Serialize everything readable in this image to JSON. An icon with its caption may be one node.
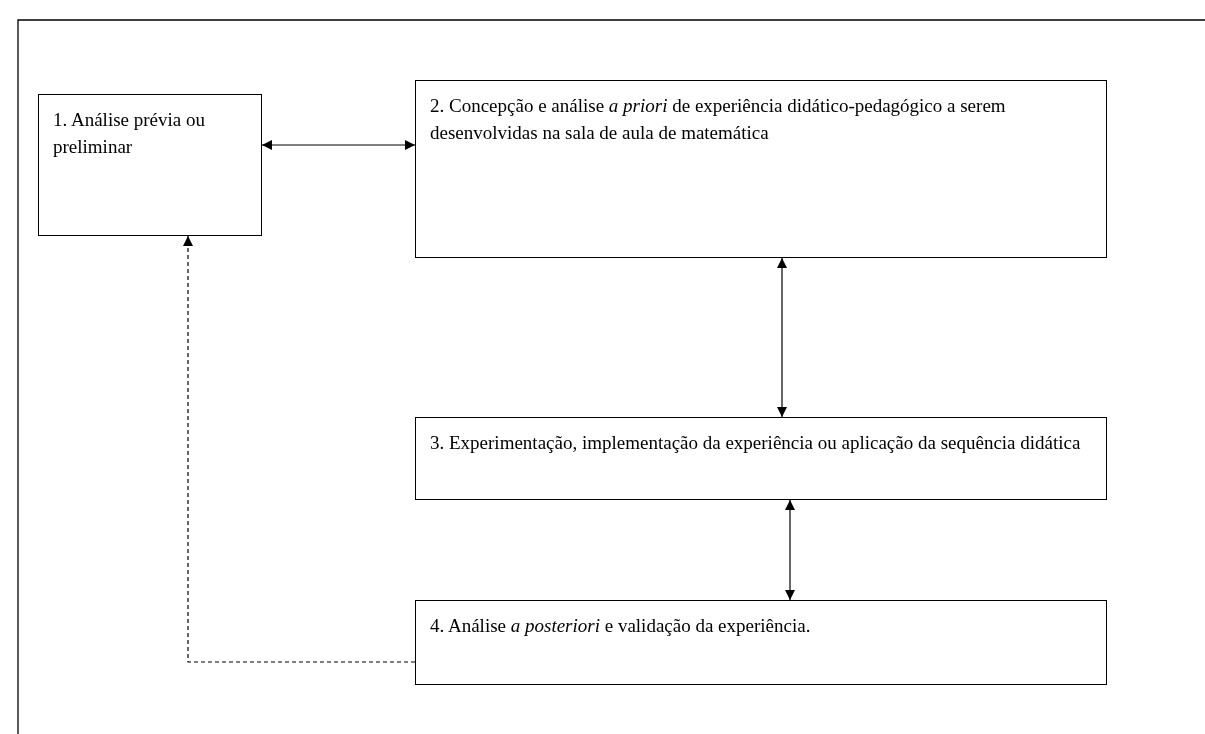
{
  "diagram": {
    "nodes": [
      {
        "text": [
          "1. Análise prévia ou preliminar"
        ]
      },
      {
        "text": [
          "2. Concepção e análise *a priori* de experiência didático-pedagógico a serem desenvolvidas na sala de aula de matemática"
        ]
      },
      {
        "text": [
          "3. Experimentação, implementação da experiência ou aplicação da sequência didática"
        ]
      },
      {
        "text": [
          "4. Análise *a posteriori* e validação da experiência."
        ]
      }
    ],
    "edges": [
      {
        "from": 0,
        "to": 1,
        "arrow": "both"
      },
      {
        "from": 1,
        "to": 2,
        "arrow": "both"
      },
      {
        "from": 2,
        "to": 3,
        "arrow": "both"
      },
      {
        "from": 3,
        "to": 0,
        "arrow": "to",
        "style": "dashed"
      }
    ]
  }
}
